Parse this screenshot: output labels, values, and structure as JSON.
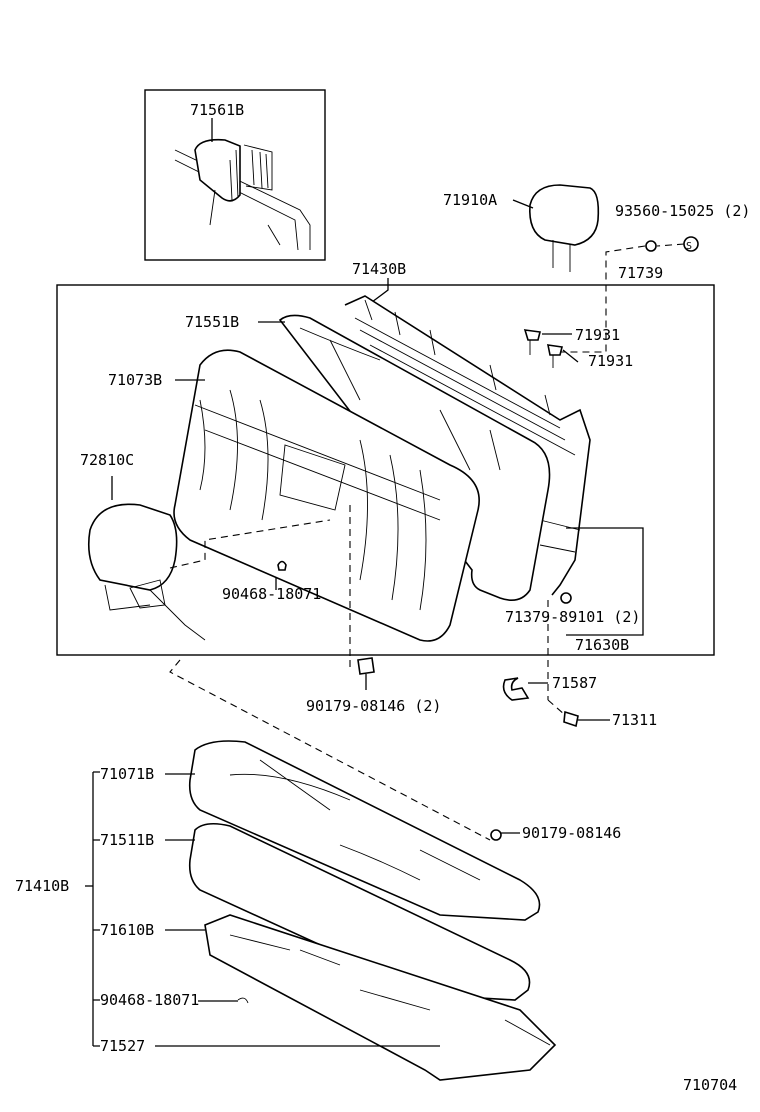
{
  "diagram": {
    "labels": {
      "p71561B": "71561B",
      "p71910A": "71910A",
      "p93560": "93560-15025 (2)",
      "p71739": "71739",
      "p71430B": "71430B",
      "p71551B": "71551B",
      "p71931a": "71931",
      "p71931b": "71931",
      "p71073B": "71073B",
      "p72810C": "72810C",
      "p90468a": "90468-18071",
      "p71379": "71379-89101 (2)",
      "p71630B": "71630B",
      "p90179a": "90179-08146 (2)",
      "p71587": "71587",
      "p71311": "71311",
      "p71071B": "71071B",
      "p90179b": "90179-08146",
      "p71511B": "71511B",
      "p71410B": "71410B",
      "p71610B": "71610B",
      "p90468b": "90468-18071",
      "p71527": "71527",
      "p710704": "710704"
    }
  }
}
